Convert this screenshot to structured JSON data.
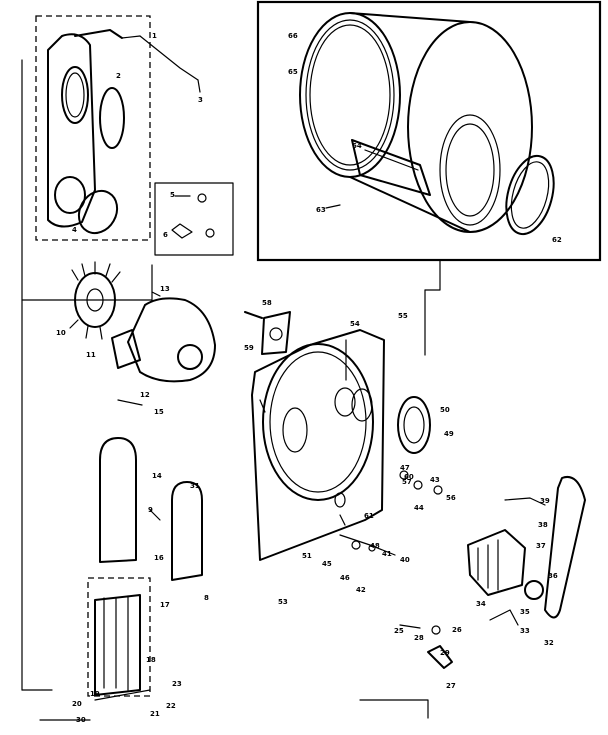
{
  "part_labels": [
    "1",
    "2",
    "3",
    "4",
    "5",
    "6",
    "8",
    "9",
    "10",
    "11",
    "12",
    "13",
    "14",
    "15",
    "16",
    "17",
    "18",
    "19",
    "20",
    "21",
    "22",
    "23",
    "25",
    "26",
    "27",
    "28",
    "29",
    "30",
    "31",
    "32",
    "33",
    "34",
    "35",
    "36",
    "37",
    "38",
    "39",
    "40",
    "41",
    "42",
    "43",
    "44",
    "45",
    "46",
    "47",
    "48",
    "49",
    "50",
    "51",
    "53",
    "54",
    "55",
    "56",
    "57",
    "58",
    "59",
    "60",
    "61",
    "62",
    "63",
    "64",
    "65",
    "66"
  ]
}
